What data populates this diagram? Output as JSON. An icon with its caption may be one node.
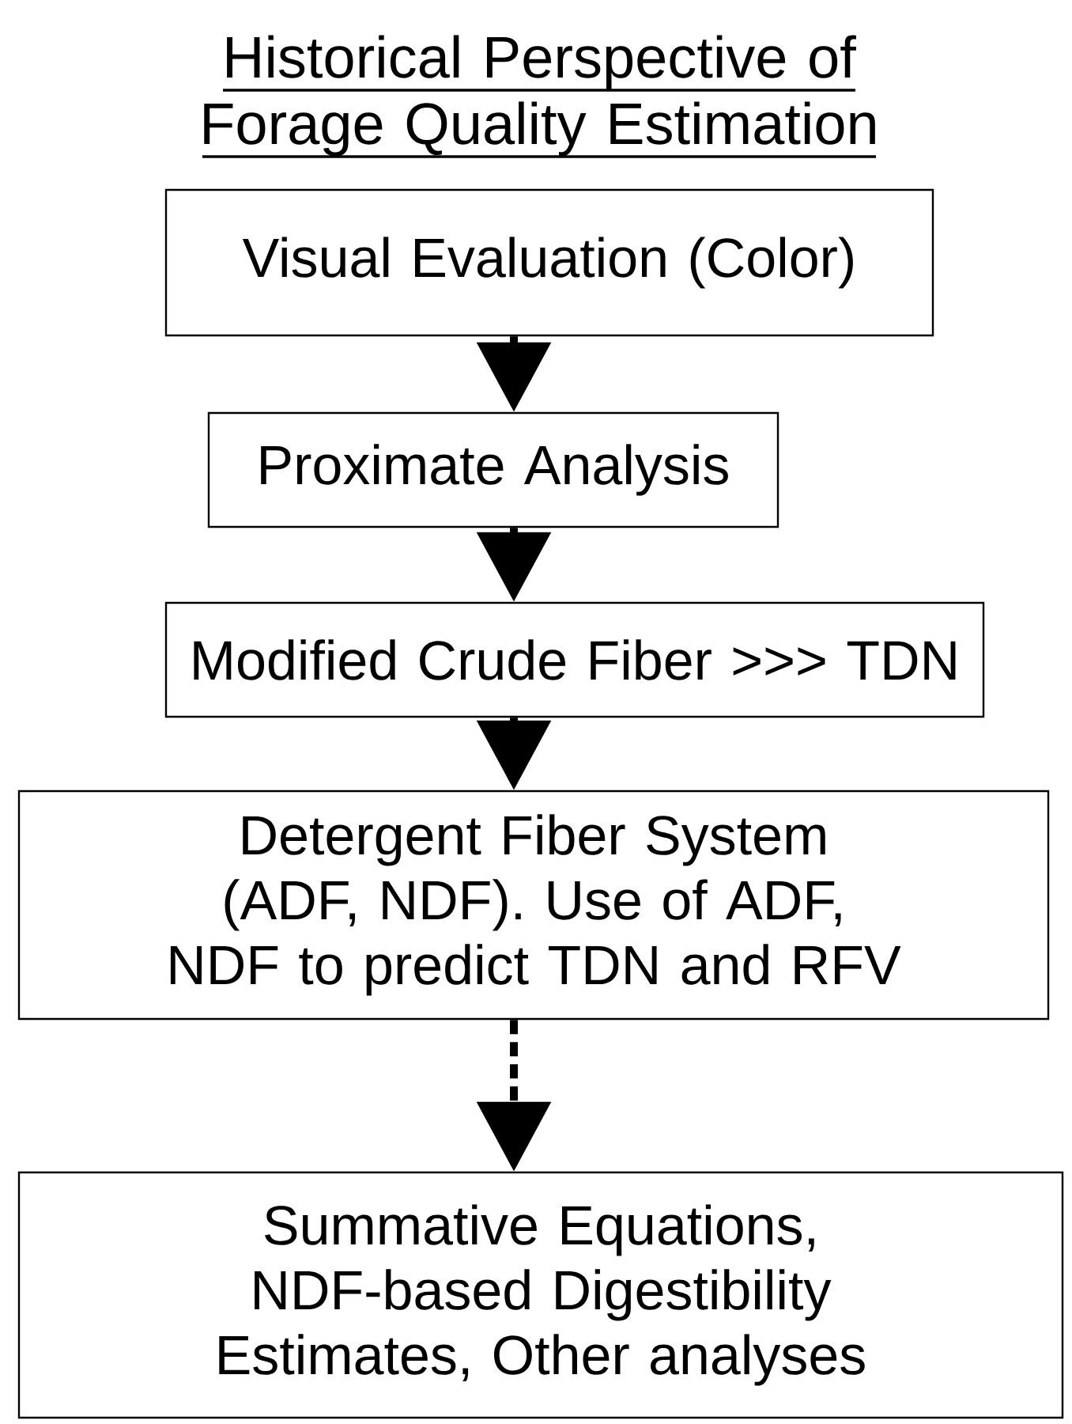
{
  "diagram": {
    "title": "Historical Perspective of Forage Quality Estimation",
    "nodes": [
      {
        "text": [
          "Visual Evaluation (Color)"
        ]
      },
      {
        "text": [
          "Proximate Analysis"
        ]
      },
      {
        "text": [
          "Modified Crude Fiber >>> TDN"
        ]
      },
      {
        "text": [
          "Detergent Fiber System (ADF, NDF). Use of ADF, NDF to predict TDN and RFV"
        ]
      },
      {
        "text": [
          "Summative Equations, NDF-based Digestibility Estimates, Other analyses"
        ]
      }
    ],
    "edges": [
      {
        "from": 0,
        "to": 1,
        "arrow": "to"
      },
      {
        "from": 1,
        "to": 2,
        "arrow": "to"
      },
      {
        "from": 2,
        "to": 3,
        "arrow": "to"
      },
      {
        "from": 3,
        "to": 4,
        "arrow": "to",
        "style": "dashed"
      }
    ]
  }
}
